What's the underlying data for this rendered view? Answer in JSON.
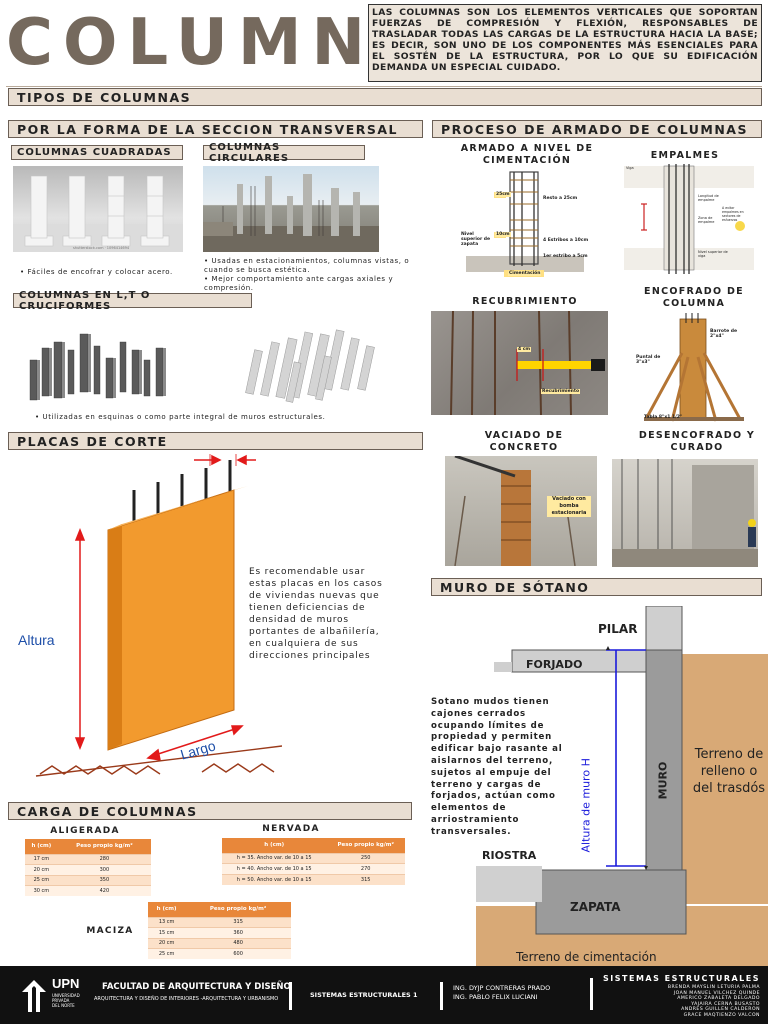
{
  "header": {
    "title": "COLUMNAS",
    "intro": "LAS COLUMNAS SON LOS ELEMENTOS VERTICALES QUE SOPORTAN FUERZAS DE COMPRESIÓN Y FLEXIÓN, RESPONSABLES DE TRASLADAR TODAS LAS CARGAS DE LA ESTRUCTURA HACIA LA BASE; ES DECIR, SON UNO DE LOS COMPONENTES MÁS ESENCIALES PARA EL SOSTÉN DE LA ESTRUCTURA, POR LO QUE SU EDIFICACIÓN DEMANDA UN ESPECIAL CUIDADO."
  },
  "tipos": {
    "heading": "TIPOS DE COLUMNAS",
    "seccion_heading": "POR LA FORMA DE LA SECCION TRANSVERSAL",
    "cuadradas": {
      "label": "COLUMNAS CUADRADAS",
      "credit": "shutterstock.com · 1096414694",
      "bullet": "• Fáciles de encofrar y colocar acero."
    },
    "circulares": {
      "label": "COLUMNAS CIRCULARES",
      "bullets": [
        "• Usadas en estacionamientos, columnas vistas, o",
        "  cuando se busca estética.",
        "• Mejor comportamiento ante cargas axiales y",
        "  compresión."
      ]
    },
    "lt": {
      "label": "COLUMNAS EN L,T O CRUCIFORMES",
      "bullet": "• Utilizadas en esquinas o como parte integral de muros estructurales."
    }
  },
  "proceso": {
    "heading": "PROCESO DE ARMADO DE COLUMNAS",
    "armado": {
      "title": [
        "ARMADO A NIVEL DE",
        "CIMENTACIÓN"
      ],
      "labels": [
        "25cm",
        "Resto a 25cm",
        "10cm",
        "4 Estribos a 10cm",
        "Nivel superior de zapata",
        "1er estribo a 5cm",
        "Cimentación"
      ]
    },
    "empalmes": {
      "title": "EMPALMES",
      "labels": [
        "Viga",
        "Longitud de empalme",
        "Zona de empalme",
        "Nivel superior de viga",
        "A evitar empalmes en sectores de esfuerzos"
      ]
    },
    "recubrimiento": {
      "title": "RECUBRIMIENTO",
      "labels": [
        "4 cm",
        "Recubrimiento"
      ]
    },
    "encofrado": {
      "title": [
        "ENCOFRADO DE",
        "COLUMNA"
      ],
      "labels": [
        "Barrote de 2\"x4\"",
        "Puntal de 3\"x3\"",
        "Tabla 8\"x1 1/2\""
      ]
    },
    "vaciado": {
      "title": [
        "VACIADO DE",
        "CONCRETO"
      ],
      "labels": [
        "Vaciado con bomba estacionaria"
      ]
    },
    "desencofrado": {
      "title": [
        "DESENCOFRADO Y",
        "CURADO"
      ]
    }
  },
  "placas": {
    "heading": "PLACAS DE CORTE",
    "altura": "Altura",
    "largo": "Largo",
    "text": [
      "Es recomendable usar",
      "estas placas en los casos",
      "de viviendas nuevas que",
      "tienen deficiencias de",
      "densidad de muros",
      "portantes de albañilería,",
      "en cualquiera de sus",
      "direcciones principales"
    ]
  },
  "muro": {
    "heading": "MURO DE SÓTANO",
    "text": [
      "Sotano mudos tienen",
      "cajones cerrados",
      "ocupando límites de",
      "propiedad y permiten",
      "edificar bajo rasante al",
      "aislarnos del terreno,",
      "sujetos al empuje del",
      "terreno y cargas de",
      "forjados, actúan como",
      "elementos de",
      "arriostramiento",
      "transversales."
    ],
    "labels": {
      "pilar": "PILAR",
      "forjado": "FORJADO",
      "altura": "Altura de muro H",
      "muro": "MURO",
      "terreno": [
        "Terreno de",
        "relleno o",
        "del trasdós"
      ],
      "riostra": "RIOSTRA",
      "zapata": "ZAPATA",
      "cimentacion": "Terreno de cimentación"
    }
  },
  "carga": {
    "heading": "CARGA DE COLUMNAS",
    "aligerada": {
      "title": "ALIGERADA",
      "cols": [
        "h (cm)",
        "Peso propio"
      ],
      "rows": [
        [
          "17 cm",
          "280"
        ],
        [
          "20 cm",
          "300"
        ],
        [
          "25 cm",
          "350"
        ],
        [
          "30 cm",
          "420"
        ]
      ]
    },
    "nervada": {
      "title": "NERVADA",
      "cols": [
        "h (cm)",
        "Peso propio"
      ],
      "rows": [
        [
          "h = 35. Ancho var. de 10 a 15",
          "250"
        ],
        [
          "h = 40. Ancho var. de 10 a 15",
          "270"
        ],
        [
          "h = 50. Ancho var. de 10 a 15",
          "315"
        ]
      ]
    },
    "maciza": {
      "title": "MACIZA",
      "cols": [
        "h (cm)",
        "Peso propio"
      ],
      "rows": [
        [
          "13 cm",
          "315"
        ],
        [
          "15 cm",
          "360"
        ],
        [
          "20 cm",
          "480"
        ],
        [
          "25 cm",
          "600"
        ]
      ]
    },
    "unit": "kg/m²"
  },
  "footer": {
    "logo": "UPN",
    "logo_sub": [
      "UNIVERSIDAD",
      "PRIVADA",
      "DEL NORTE"
    ],
    "faculty": "FACULTAD DE ARQUITECTURA Y DISEÑO",
    "career": "ARQUITECTURA Y DISEÑO DE INTERIORES -ARQUITECTURA Y URBANISMO",
    "course": "SISTEMAS ESTRUCTURALES 1",
    "teachers": [
      "ING. DYJP CONTRERAS PRADO",
      "ING. PABLO FELIX LUCIANI"
    ],
    "group_title": "SISTEMAS ESTRUCTURALES",
    "members": [
      "BRENDA MAYSLIN LETURIA PALMA",
      "JOAN MANUEL VILCHEZ QUINDE",
      "AMERICO ZABALETA DELGADO",
      "YAJAIRA CERNA BUSASTO",
      "ANDRES GUILLEN CALDERON",
      "GRACE MAQTIENZO VALCON"
    ]
  }
}
